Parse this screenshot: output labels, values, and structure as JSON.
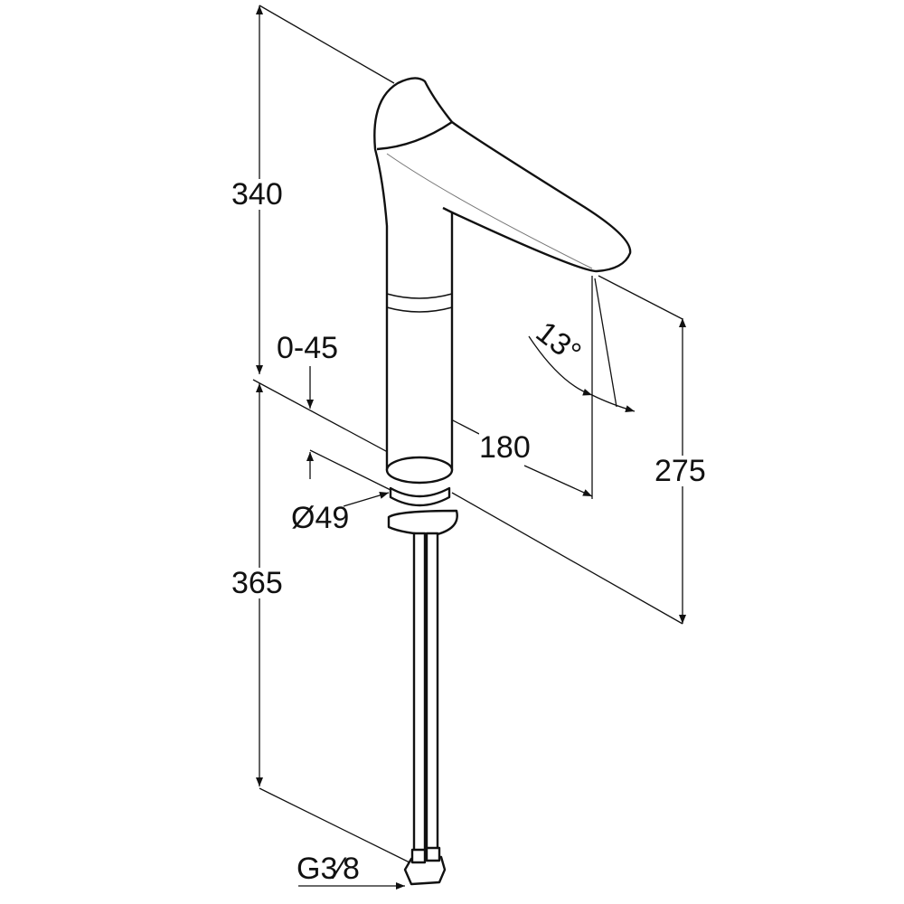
{
  "title": "Faucet dimension drawing",
  "dimensions": {
    "upper_height": "340",
    "lower_height": "365",
    "deck_thickness": "0-45",
    "base_diameter": "Ø49",
    "spout_reach": "180",
    "spout_height": "275",
    "spout_angle": "13°",
    "connection_thread": "G3⁄8"
  },
  "colors": {
    "line": "#111111",
    "background": "#ffffff"
  }
}
